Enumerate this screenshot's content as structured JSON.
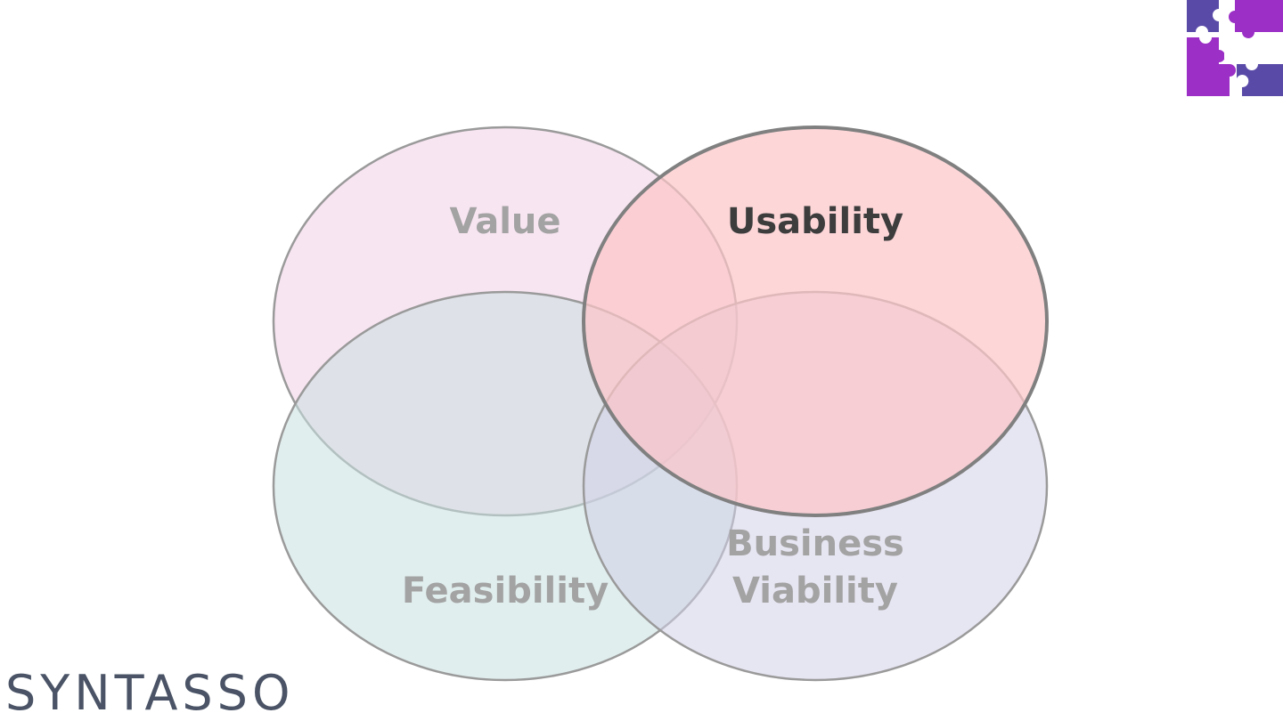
{
  "brand": {
    "wordmark": "SYNTASSO",
    "logo_icon": "puzzle-pieces-icon",
    "logo_colors": [
      "#5a4aa8",
      "#9b2fc6"
    ],
    "wordmark_color": "#4a5466"
  },
  "venn": {
    "circles": [
      {
        "key": "value",
        "lines": [
          "Value"
        ],
        "fill": "#f2d0e8",
        "stroke": "#9a9a9a",
        "text_color": "#a3a3a3",
        "highlighted": false
      },
      {
        "key": "feasibility",
        "lines": [
          "Feasibility"
        ],
        "fill": "#c8e0e0",
        "stroke": "#9a9a9a",
        "text_color": "#a3a3a3",
        "highlighted": false
      },
      {
        "key": "business-viability",
        "lines": [
          "Business",
          "Viability"
        ],
        "fill": "#d2d0e8",
        "stroke": "#9a9a9a",
        "text_color": "#a3a3a3",
        "highlighted": false
      },
      {
        "key": "usability",
        "lines": [
          "Usability"
        ],
        "fill": "#fcc4c8",
        "stroke": "#808080",
        "text_color": "#3d3d3d",
        "highlighted": true
      }
    ]
  }
}
